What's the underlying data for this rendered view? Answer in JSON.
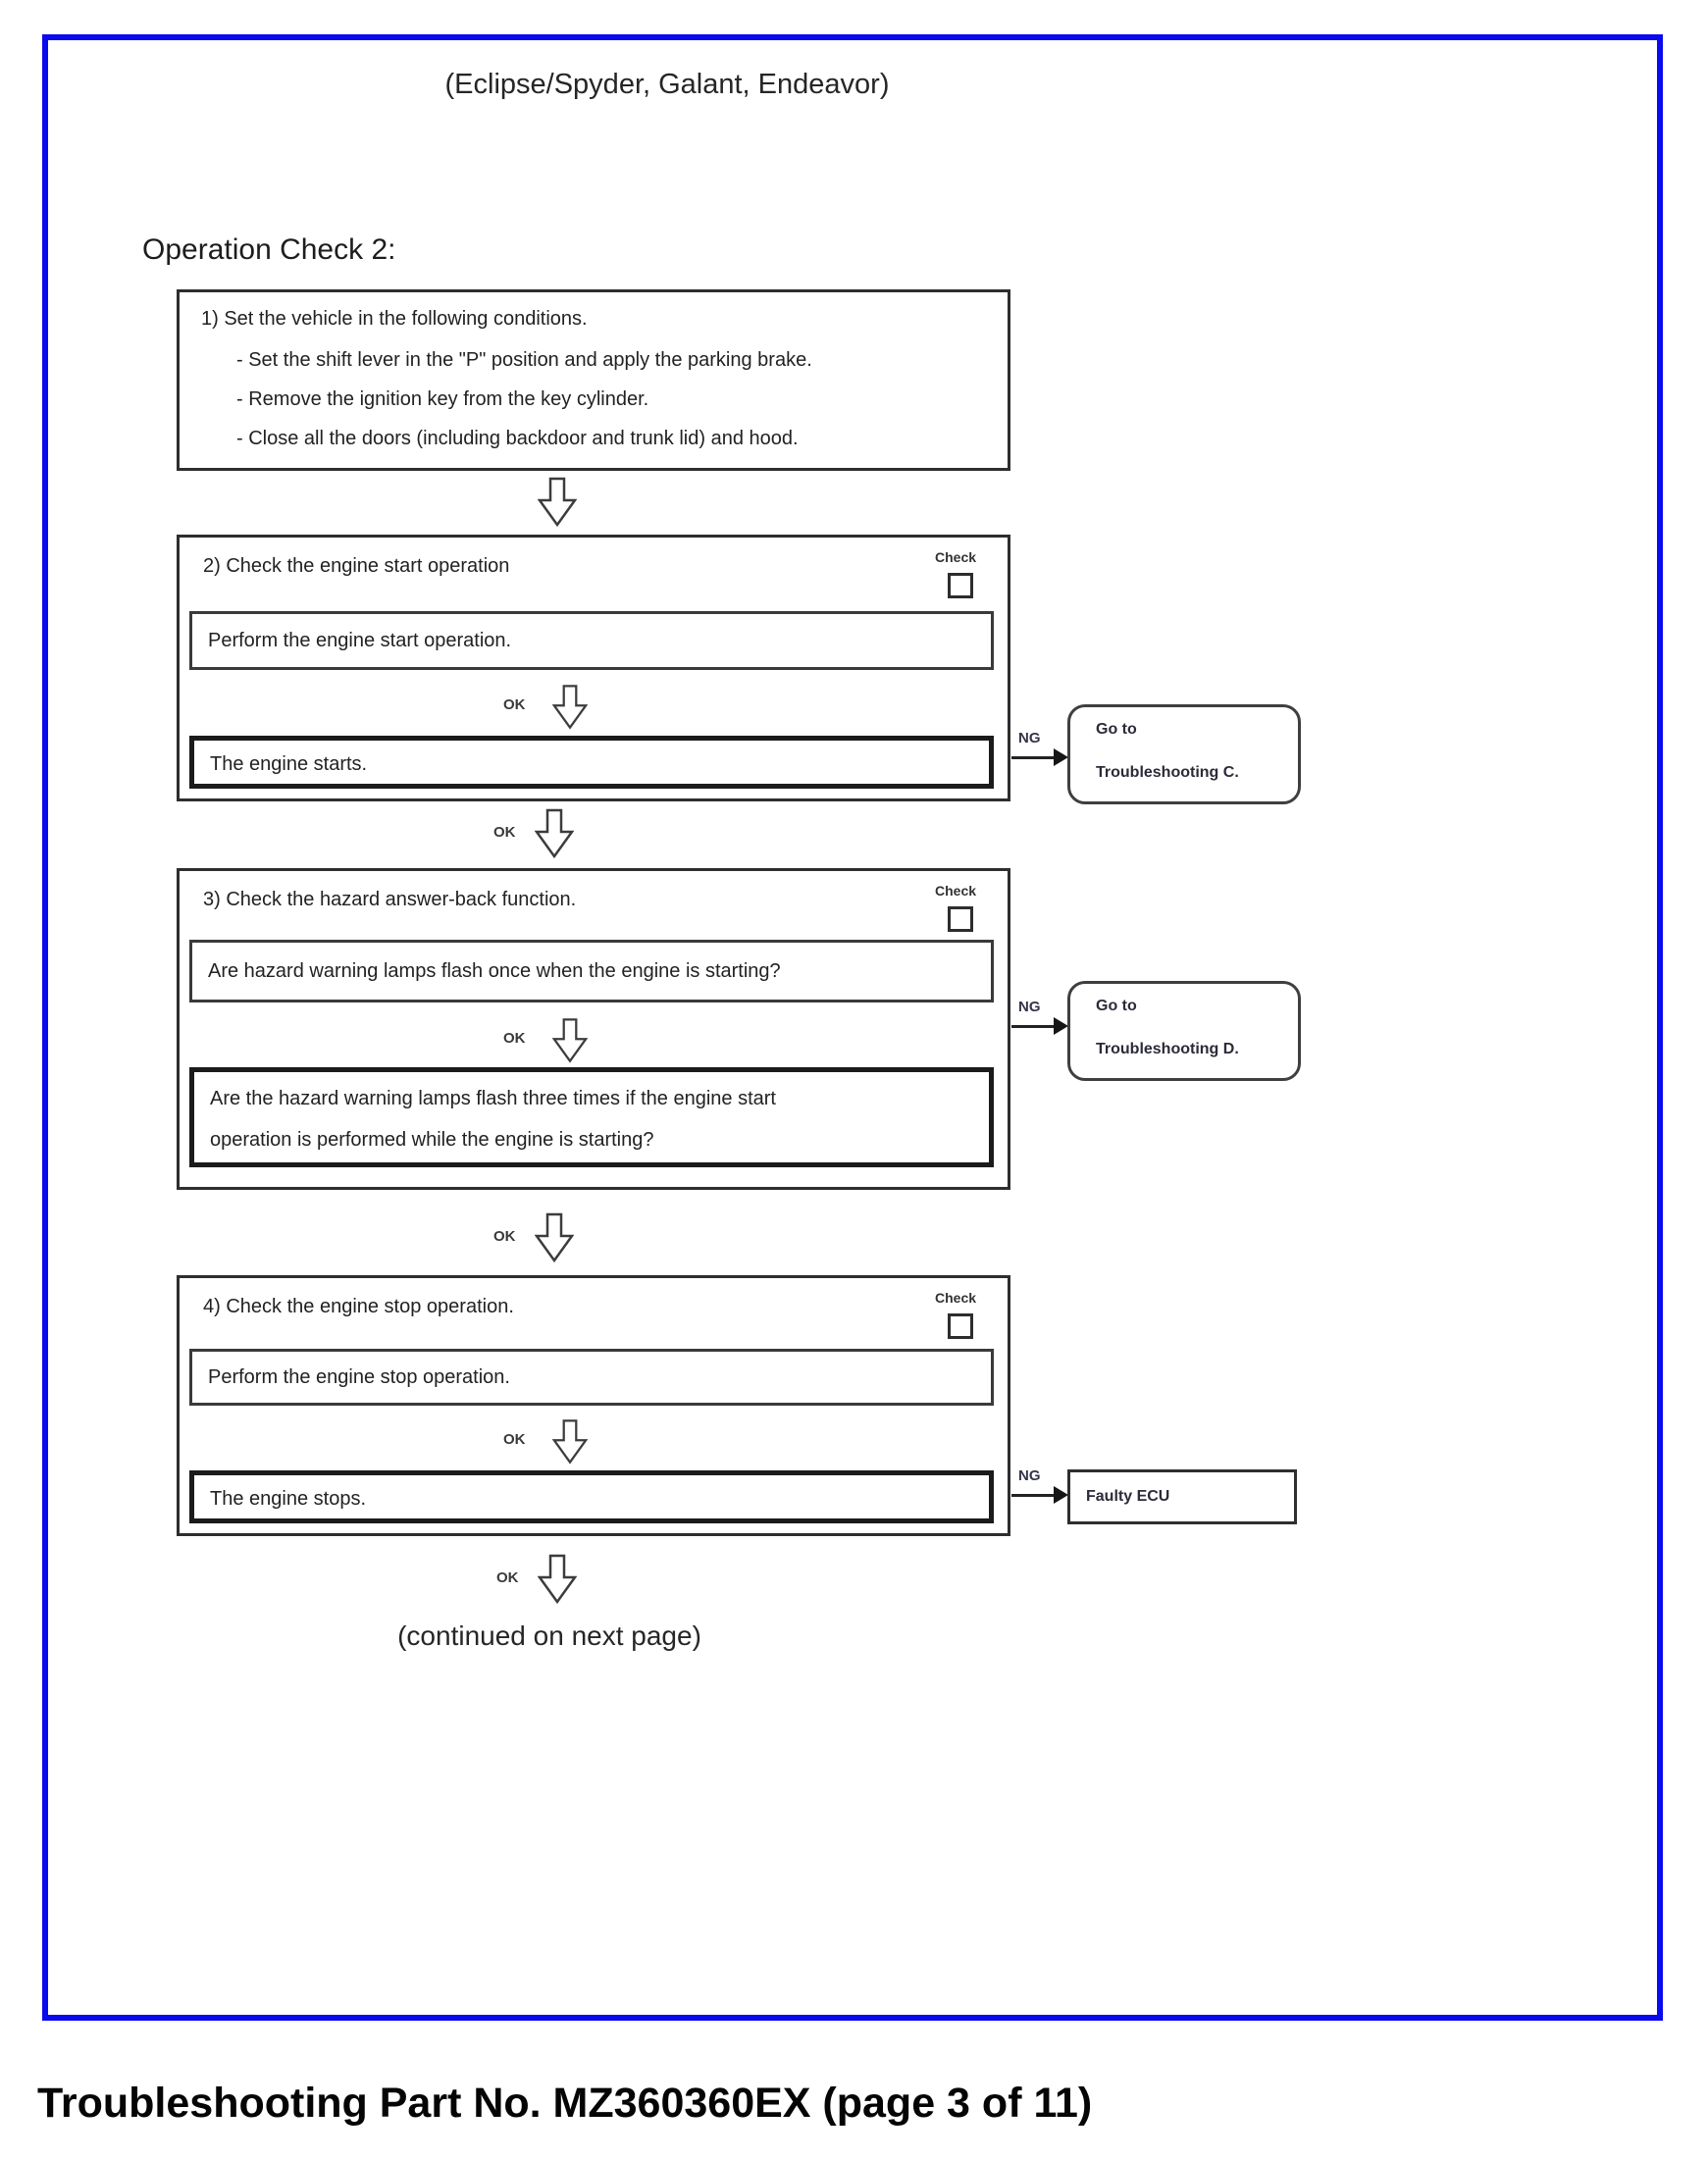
{
  "page": {
    "header_title": "(Eclipse/Spyder, Galant, Endeavor)",
    "section_title": "Operation Check 2:",
    "continued_note": "(continued on next page)",
    "footer": "Troubleshooting Part No. MZ360360EX (page 3 of 11)"
  },
  "labels": {
    "ok": "OK",
    "ng": "NG",
    "check": "Check"
  },
  "colors": {
    "frame_blue": "#0a0aee",
    "line_black": "#2a2a2a"
  },
  "steps": [
    {
      "title": "1) Set the vehicle in the following conditions.",
      "bullets": [
        "- Set the shift lever in the \"P\" position and apply the parking brake.",
        "- Remove the ignition key from the key cylinder.",
        "- Close all the doors (including backdoor and trunk lid) and hood."
      ]
    },
    {
      "title": "2) Check the engine start operation",
      "action": "Perform the engine start operation.",
      "result": "The engine starts.",
      "ng_target": {
        "line1": "Go to",
        "line2": "Troubleshooting C."
      }
    },
    {
      "title": "3) Check the hazard answer-back function.",
      "action": "Are hazard warning lamps flash once when the engine is starting?",
      "result_line1": "Are the hazard warning lamps flash three times if the engine start",
      "result_line2": "operation is performed while the engine is starting?",
      "ng_target": {
        "line1": "Go to",
        "line2": "Troubleshooting D."
      }
    },
    {
      "title": "4) Check the engine stop operation.",
      "action": "Perform the engine stop operation.",
      "result": "The engine stops.",
      "ng_target": {
        "line1": "Faulty ECU"
      }
    }
  ]
}
